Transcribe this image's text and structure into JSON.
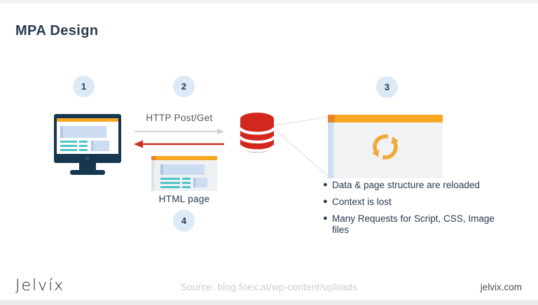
{
  "title": "MPA Design",
  "steps": [
    "1",
    "2",
    "3",
    "4"
  ],
  "flow": {
    "request_label": "HTTP Post/Get",
    "response_page_label": "HTML page"
  },
  "server_notes": {
    "items": [
      "Data & page structure are reloaded",
      "Context is lost",
      "Many Requests for Script, CSS, Image files"
    ],
    "bullet_glyph": "●"
  },
  "footer": {
    "logo_text": "Jelvíx",
    "source_text": "Source: blog.foex.at/wp-content/uploads",
    "website": "jelvix.com"
  },
  "icons": {
    "database": "database-icon",
    "refresh": "refresh-icon",
    "monitor": "monitor-icon",
    "browser_window": "browser-window-icon"
  },
  "colors": {
    "navy": "#17364F",
    "title_text": "#2B3C50",
    "orange": "#F6A623",
    "orange_dark": "#E8832B",
    "teal": "#4FC4C6",
    "light_blue_block": "#CCDCF1",
    "light_blue_strip": "#AEC7E6",
    "step_circle_bg": "#DCE9F7",
    "database_red": "#D2281E",
    "arrow_red": "#CC2F25",
    "arrow_gray": "#D4D4D4",
    "connector_gray": "#EBEBEB",
    "notes_text": "#29394D",
    "source_text_gray": "#C8CCD0"
  }
}
